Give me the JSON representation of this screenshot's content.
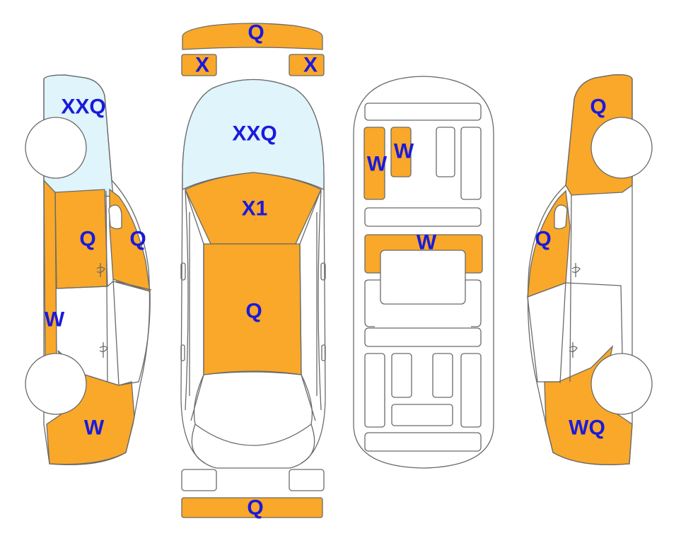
{
  "colors": {
    "damage_fill": "#f9a829",
    "glass_fill": "#dff4fb",
    "outline": "#6a6a6a",
    "label_text": "#1a1adc",
    "background": "#ffffff"
  },
  "labels": {
    "front_bumper": "Q",
    "headlight_left": "X",
    "headlight_right": "X",
    "windshield": "XXQ",
    "hood_top": "X1",
    "hood_main": "Q",
    "rear_bumper": "Q",
    "left_windshield": "XXQ",
    "left_front_door": "Q",
    "left_front_window": "Q",
    "left_rocker": "W",
    "left_rear_quarter": "W",
    "right_front_fender": "Q",
    "right_door": "Q",
    "right_rear_quarter": "WQ",
    "underbody_rail_left": "W",
    "underbody_rail_right": "W",
    "underbody_crossmember": "W"
  }
}
